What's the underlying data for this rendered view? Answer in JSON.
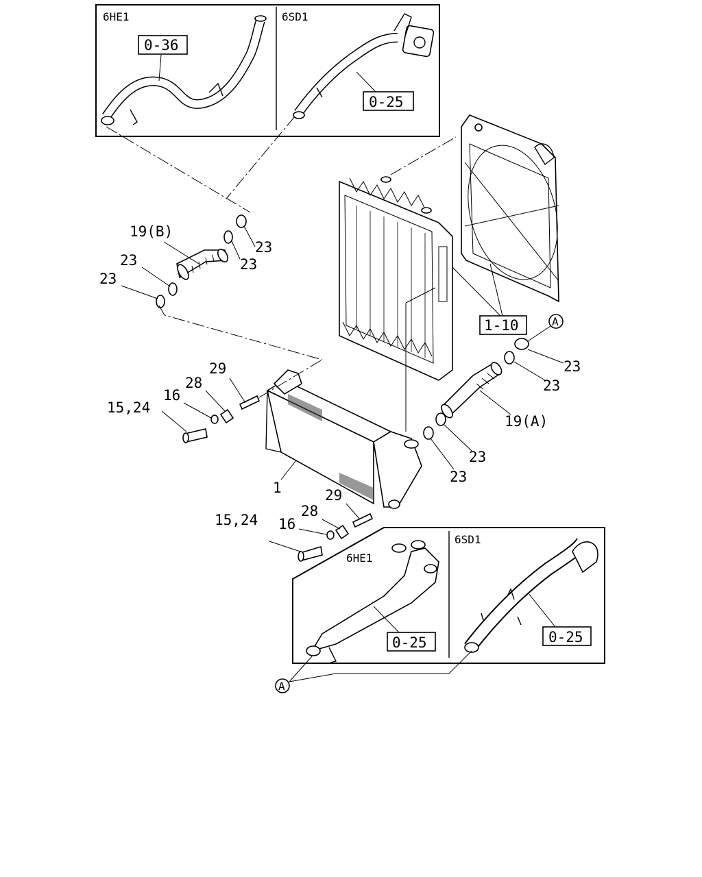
{
  "diagram": {
    "insets": {
      "top_left_engine": "6HE1",
      "top_right_engine": "6SD1",
      "bottom_left_engine": "6HE1",
      "bottom_right_engine": "6SD1"
    },
    "boxed_refs": {
      "top_6he1": "0-36",
      "top_6sd1": "0-25",
      "radiator": "1-10",
      "bottom_6he1": "0-25",
      "bottom_6sd1": "0-25"
    },
    "callouts": {
      "hose_b": "19(B)",
      "hose_a": "19(A)",
      "clamp": "23",
      "intercooler": "1",
      "bolt": "15,24",
      "washer": "16",
      "nut": "28",
      "stud": "29",
      "marker_a": "A"
    }
  }
}
